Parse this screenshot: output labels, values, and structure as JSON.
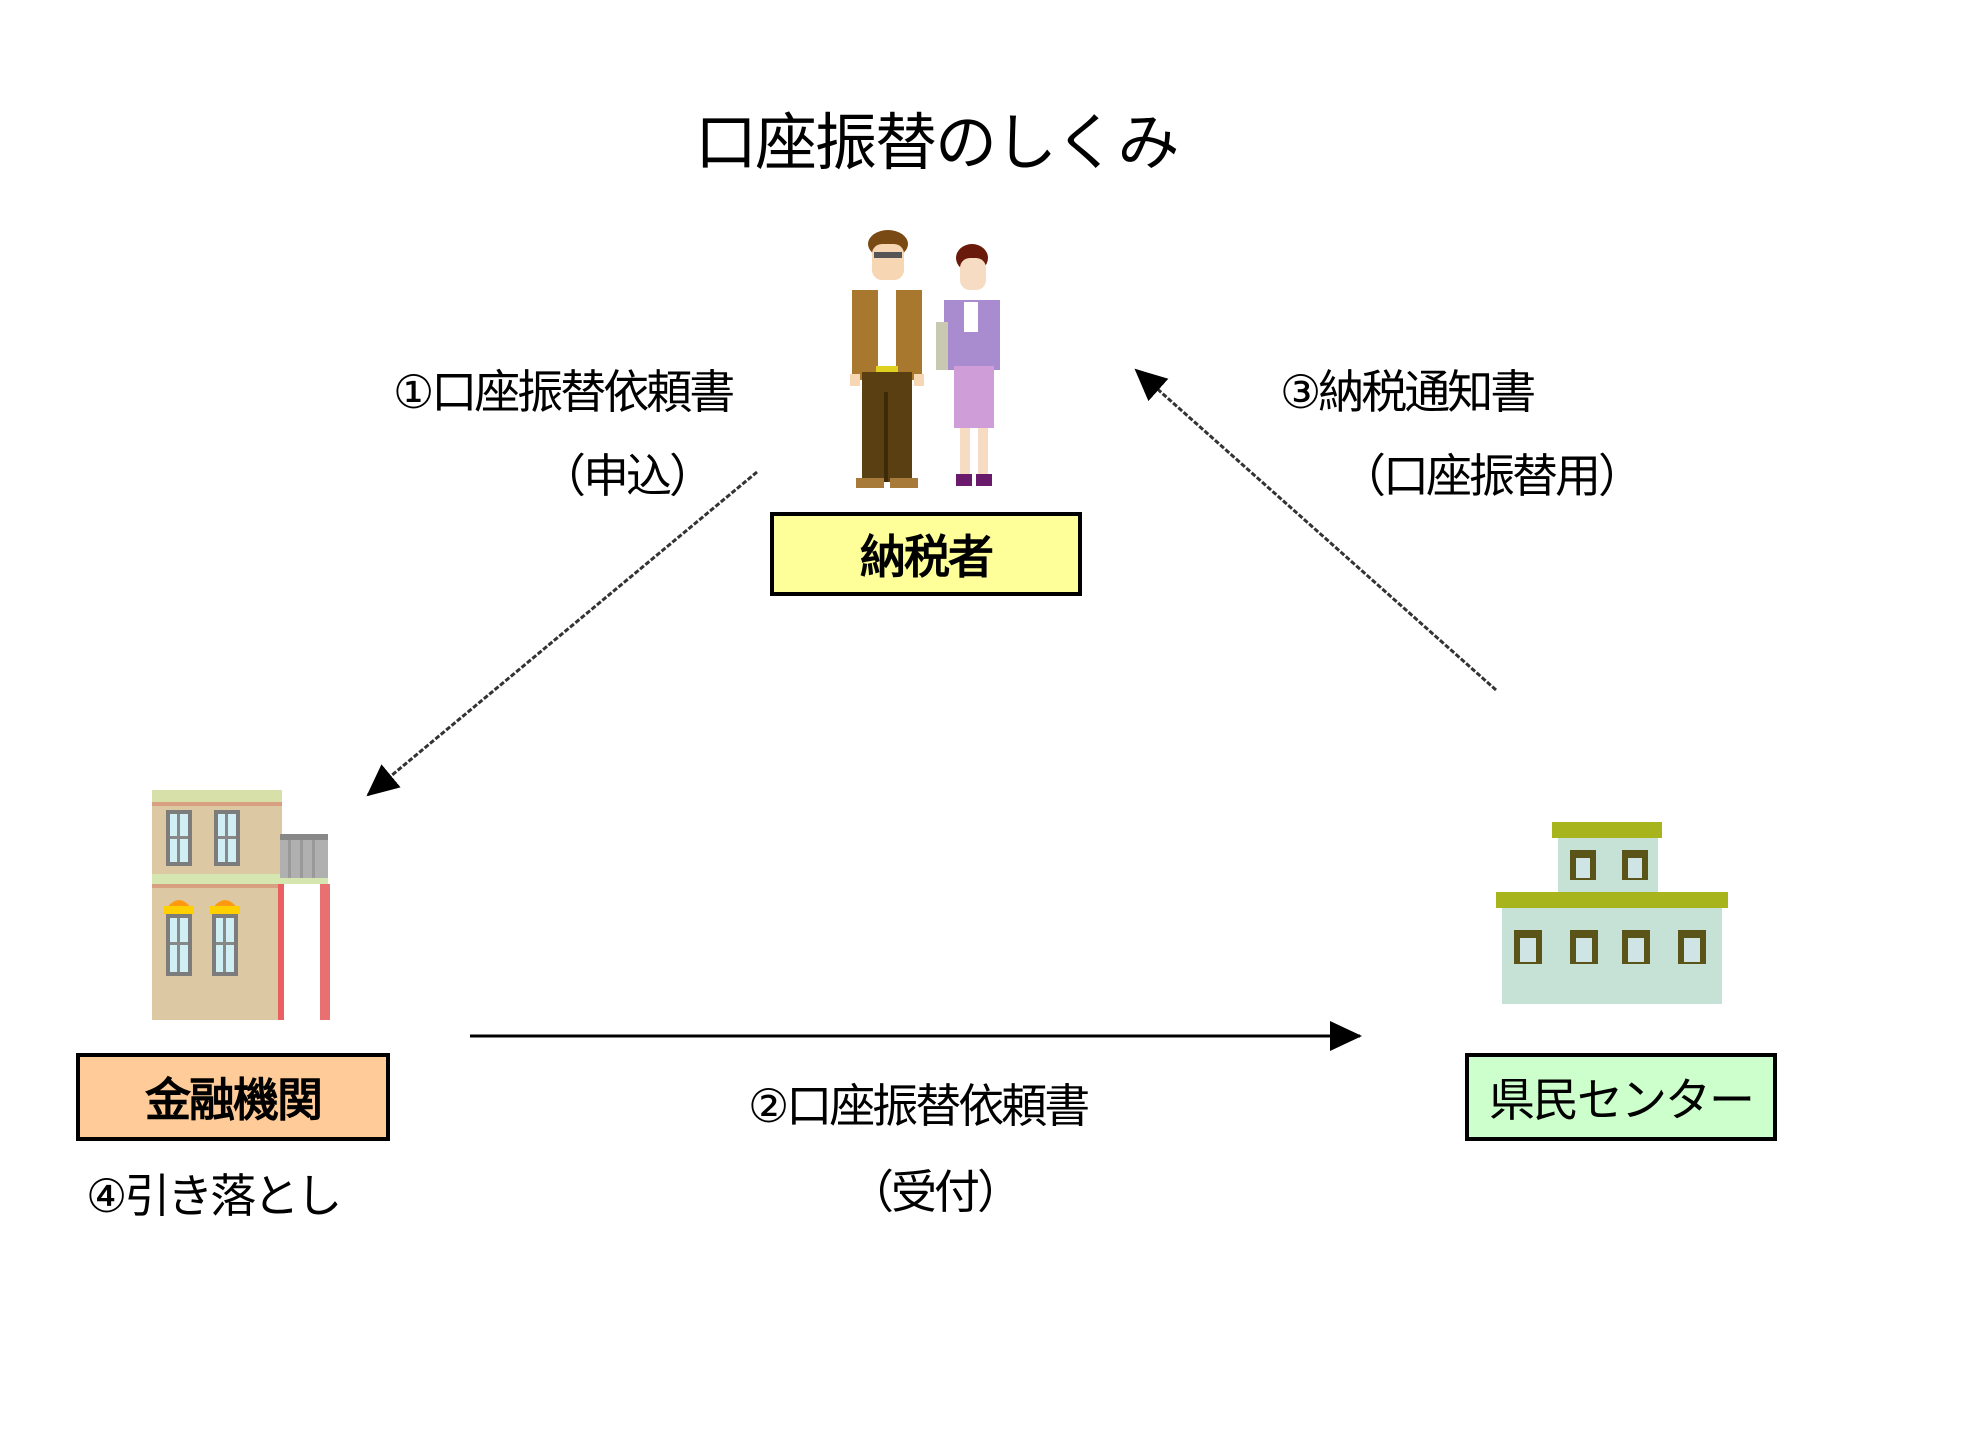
{
  "title": "口座振替のしくみ",
  "nodes": {
    "taxpayer": {
      "label": "納税者",
      "color": "#ffff99",
      "icon": "people-couple-icon"
    },
    "bank": {
      "label": "金融機関",
      "color": "#ffcc99",
      "icon": "bank-building-icon",
      "note": "④引き落とし"
    },
    "center": {
      "label": "県民センター",
      "color": "#ccffcc",
      "icon": "office-building-icon"
    }
  },
  "flows": [
    {
      "id": "1",
      "from": "taxpayer",
      "to": "bank",
      "line1": "①口座振替依頼書",
      "line2": "（申込）"
    },
    {
      "id": "2",
      "from": "bank",
      "to": "center",
      "line1": "②口座振替依頼書",
      "line2": "（受付）"
    },
    {
      "id": "3",
      "from": "center",
      "to": "taxpayer",
      "line1": "③納税通知書",
      "line2": "（口座振替用）"
    }
  ]
}
